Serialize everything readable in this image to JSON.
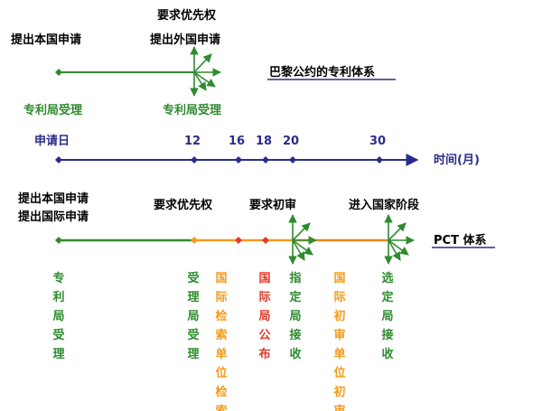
{
  "colors": {
    "green": "#2e8b2e",
    "navy": "#2b2b8c",
    "orange": "#f59a1b",
    "red": "#e03a2a",
    "black": "#000000",
    "blue_underline": "#2b2b8c"
  },
  "paris": {
    "left_top": "提出本国申请",
    "mid_top_1": "要求优先权",
    "mid_top_2": "提出外国申请",
    "left_bottom": "专利局受理",
    "mid_bottom": "专利局受理",
    "system_label": "巴黎公约的专利体系"
  },
  "timeline": {
    "start_label": "申请日",
    "ticks": [
      "12",
      "16",
      "18",
      "20",
      "30"
    ],
    "axis_label": "时间(月)"
  },
  "pct": {
    "left_top_1": "提出本国申请",
    "left_top_2": "提出国际申请",
    "priority": "要求优先权",
    "exam_request": "要求初审",
    "national_phase": "进入国家阶段",
    "system_label": "PCT 体系",
    "vertical_labels": [
      "专利局受理",
      "受理局受理",
      "国际检索单位检索",
      "国际局公布",
      "指定局接收",
      "国际初审单位初审",
      "选定局接收"
    ]
  }
}
